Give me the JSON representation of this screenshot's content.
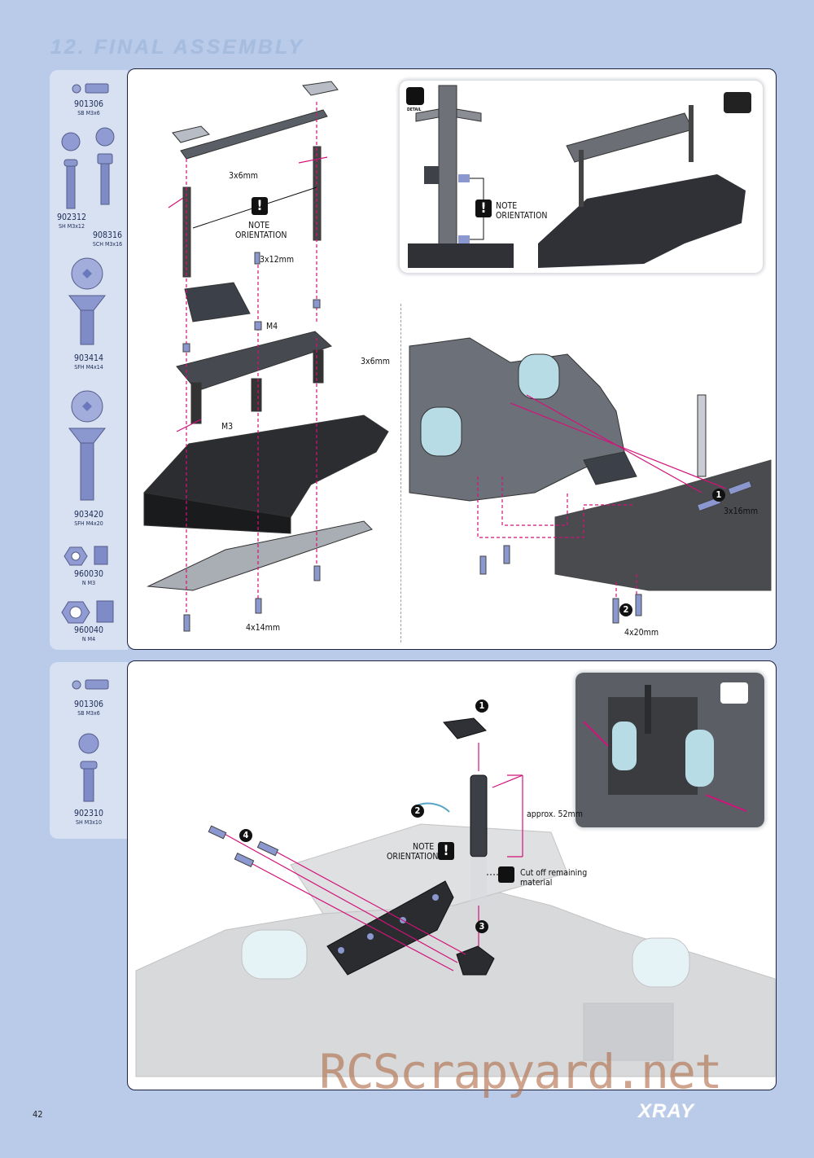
{
  "page": {
    "title": "12. FINAL ASSEMBLY",
    "page_number": "42",
    "brand": "XRAY",
    "watermark": "RCScrapyard.net"
  },
  "parts_top": [
    {
      "code": "901306",
      "desc": "SB M3x6"
    },
    {
      "code": "902312",
      "desc": "SH M3x12"
    },
    {
      "code": "908316",
      "desc": "SCH M3x16"
    },
    {
      "code": "903414",
      "desc": "SFH M4x14"
    },
    {
      "code": "903420",
      "desc": "SFH M4x20"
    },
    {
      "code": "960030",
      "desc": "N M3"
    },
    {
      "code": "960040",
      "desc": "N M4"
    }
  ],
  "parts_bottom": [
    {
      "code": "901306",
      "desc": "SB M3x6"
    },
    {
      "code": "902310",
      "desc": "SH M3x10"
    }
  ],
  "labels_top": {
    "screw_3x6_a": "3x6mm",
    "note": "NOTE",
    "orientation": "ORIENTATION",
    "screw_3x12": "3x12mm",
    "m4": "M4",
    "screw_3x6_b": "3x6mm",
    "m3": "M3",
    "screw_4x14": "4x14mm",
    "detail_note": "NOTE",
    "detail_orientation": "ORIENTATION",
    "detail_icon": "DETAIL",
    "screw_3x16": "3x16mm",
    "screw_4x20": "4x20mm",
    "step1": "1",
    "step2": "2"
  },
  "labels_bottom": {
    "step1": "1",
    "step2": "2",
    "step3": "3",
    "step4": "4",
    "approx": "approx. 52mm",
    "note": "NOTE",
    "orientation": "ORIENTATION",
    "cutoff_1": "Cut off remaining",
    "cutoff_2": "material"
  },
  "colors": {
    "background": "#b9cbe9",
    "accent_pink": "#d2127a",
    "parts_panel": "#d7e1f2"
  }
}
